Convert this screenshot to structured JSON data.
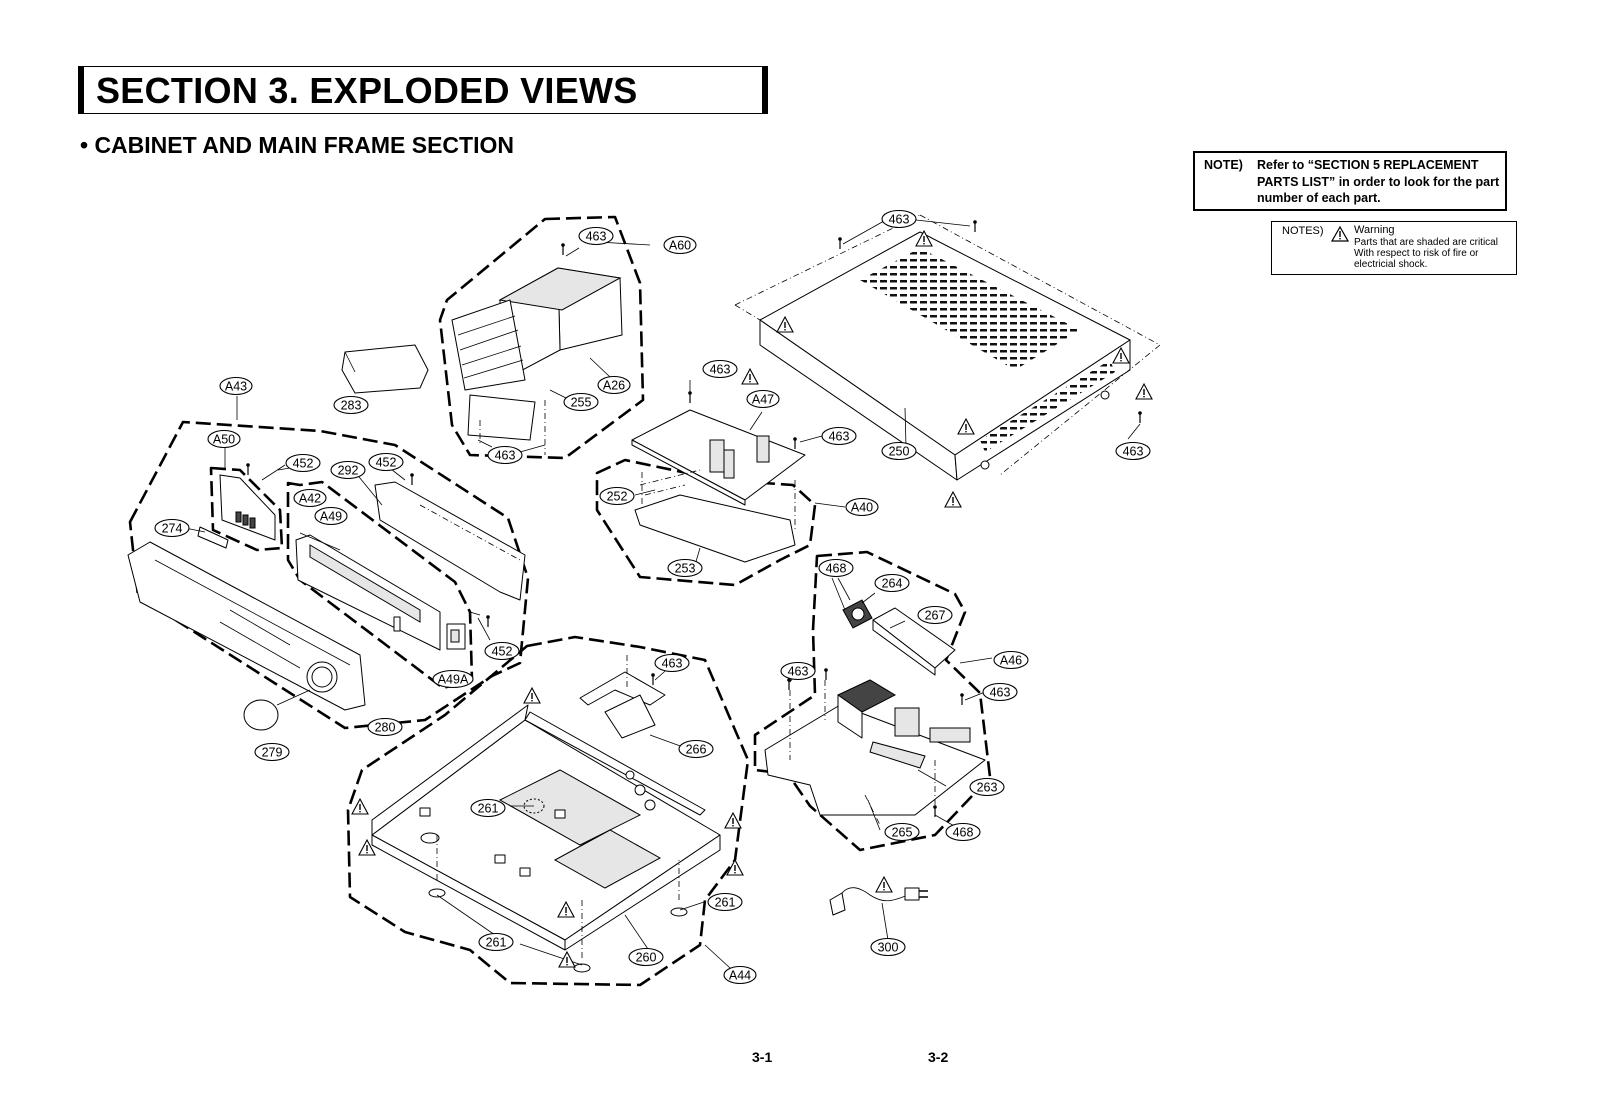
{
  "header": {
    "section_title": "SECTION 3. EXPLODED VIEWS",
    "subsection_title": "• CABINET AND MAIN FRAME SECTION"
  },
  "note": {
    "label": "NOTE)",
    "text": "Refer to “SECTION 5 REPLACEMENT PARTS LIST” in order to look for the part number of each part."
  },
  "notes_warning": {
    "label": "NOTES)",
    "icon": "warning-triangle-icon",
    "warning_title": "Warning",
    "warning_text": "Parts that are shaded are critical With respect to risk of fire or electricial shock."
  },
  "page_numbers": {
    "left": "3-1",
    "right": "3-2"
  },
  "diagram": {
    "callouts": [
      "463",
      "A60",
      "A26",
      "255",
      "463",
      "283",
      "A43",
      "A50",
      "452",
      "292",
      "452",
      "A42",
      "A49",
      "274",
      "452",
      "A49A",
      "280",
      "279",
      "463",
      "A47",
      "463",
      "252",
      "A40",
      "253",
      "463",
      "250",
      "463",
      "468",
      "264",
      "267",
      "A46",
      "463",
      "463",
      "263",
      "265",
      "468",
      "463",
      "266",
      "261",
      "261",
      "261",
      "260",
      "A44",
      "300"
    ]
  }
}
